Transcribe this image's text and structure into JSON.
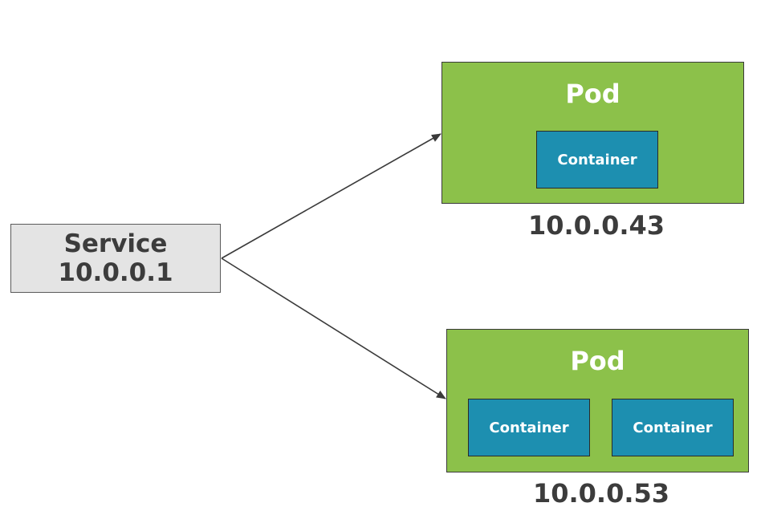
{
  "service": {
    "title": "Service",
    "ip": "10.0.0.1"
  },
  "pods": [
    {
      "title": "Pod",
      "containers": [
        "Container"
      ],
      "ip": "10.0.0.43"
    },
    {
      "title": "Pod",
      "containers": [
        "Container",
        "Container"
      ],
      "ip": "10.0.0.53"
    }
  ],
  "colors": {
    "pod_fill": "#8cc14a",
    "container_fill": "#1d8fb0",
    "service_fill": "#e4e4e4",
    "text_dark": "#3c3c3c",
    "text_light": "#ffffff"
  }
}
